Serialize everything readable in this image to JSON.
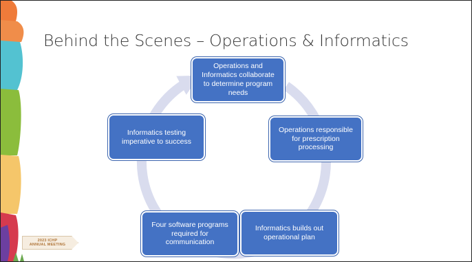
{
  "slide": {
    "title": "Behind the Scenes – Operations & Informatics"
  },
  "cycle": {
    "nodes": [
      {
        "id": "collaborate",
        "text": "Operations and Informatics collaborate to determine program needs"
      },
      {
        "id": "operations",
        "text": "Operations responsible for prescription processing"
      },
      {
        "id": "builds",
        "text": "Informatics builds out operational plan"
      },
      {
        "id": "software",
        "text": "Four software programs required for communication"
      },
      {
        "id": "testing",
        "text": "Informatics testing imperative to success"
      }
    ],
    "colors": {
      "node_fill": "#4472c4",
      "ring": "#d9dcee",
      "node_text": "#ffffff"
    }
  },
  "badge": {
    "line1": "2023 ICHP",
    "line2": "ANNUAL MEETING"
  },
  "decor": {
    "stripe_colors": [
      "#ef7b3a",
      "#53c2d1",
      "#8bbd3c",
      "#f5c66a",
      "#d63a4e",
      "#6c3fa0"
    ]
  }
}
